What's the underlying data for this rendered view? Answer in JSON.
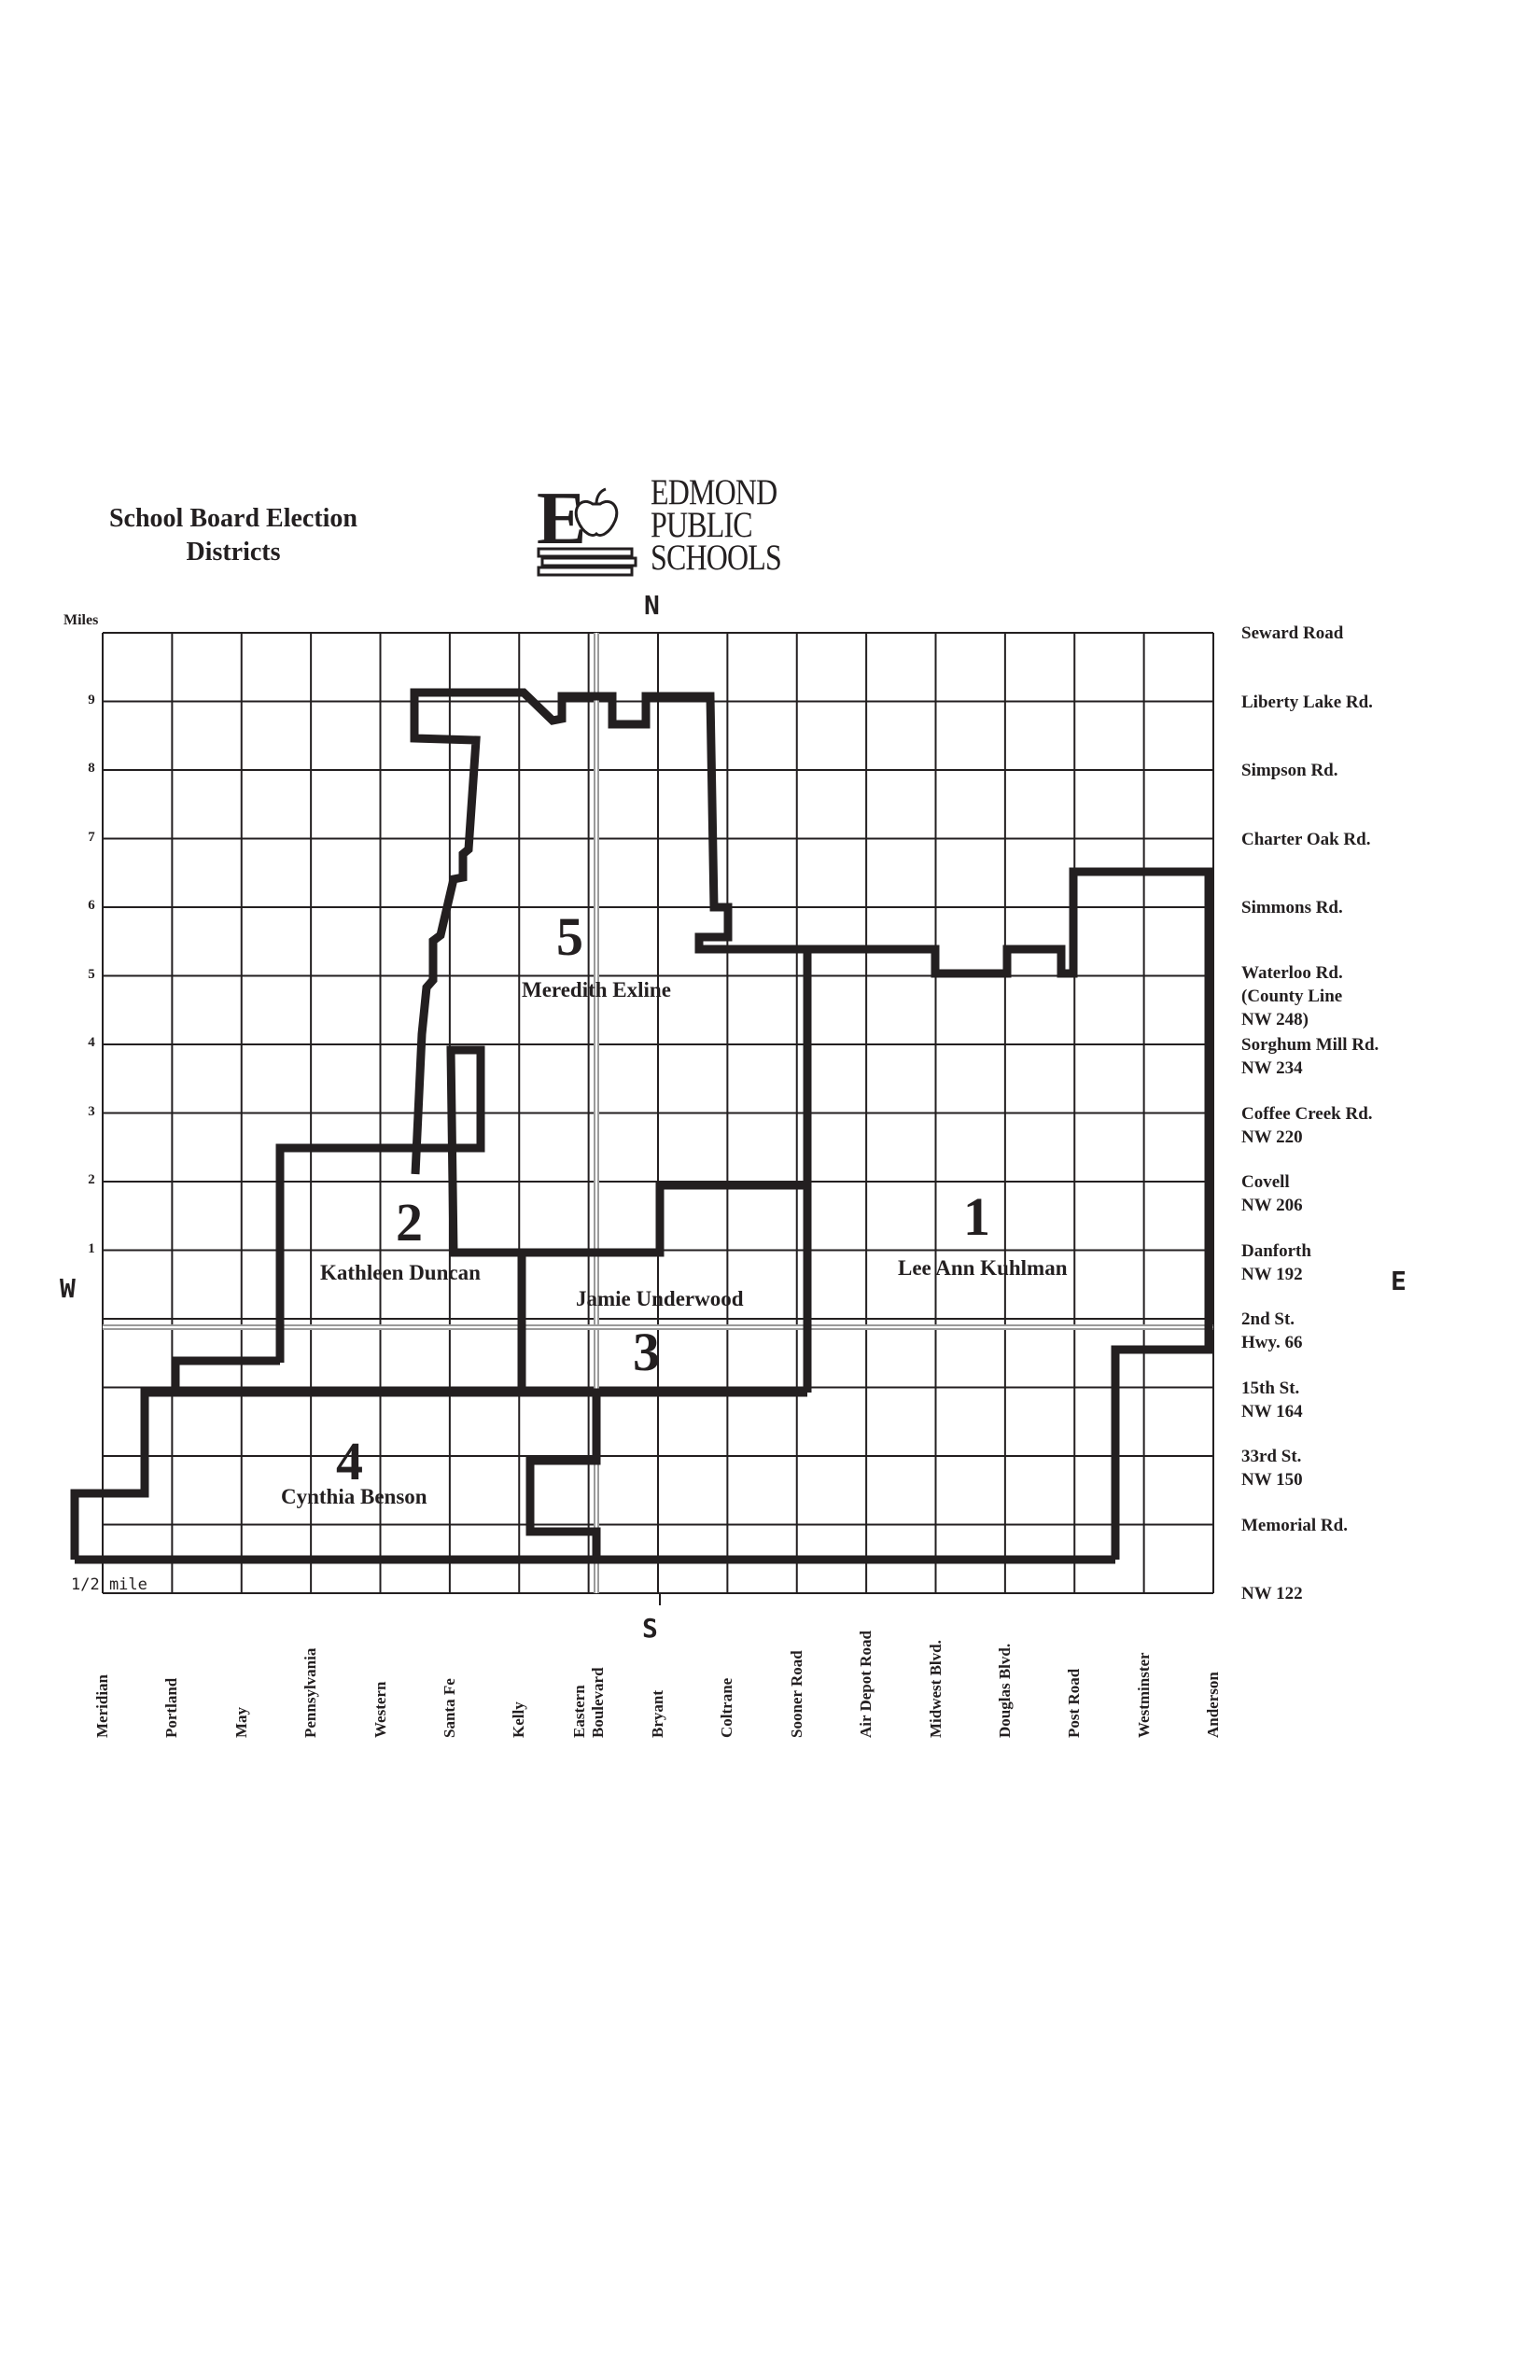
{
  "title": {
    "line1": "School Board Election",
    "line2": "Districts"
  },
  "logo": {
    "line1": "EDMOND",
    "line2": "PUBLIC",
    "line3": "SCHOOLS",
    "icon": "book-apple-icon"
  },
  "compass": {
    "north": "N",
    "south": "S",
    "west": "W",
    "east": "E"
  },
  "scale": {
    "miles_label": "Miles",
    "half_mile": "1/2 mile"
  },
  "mile_ticks": [
    "9",
    "8",
    "7",
    "6",
    "5",
    "4",
    "3",
    "2",
    "1"
  ],
  "east_west_roads": [
    {
      "l1": "Seward Road",
      "l2": "",
      "l3": ""
    },
    {
      "l1": "Liberty Lake Rd.",
      "l2": "",
      "l3": ""
    },
    {
      "l1": "Simpson Rd.",
      "l2": "",
      "l3": ""
    },
    {
      "l1": "Charter Oak Rd.",
      "l2": "",
      "l3": ""
    },
    {
      "l1": "Simmons Rd.",
      "l2": "",
      "l3": ""
    },
    {
      "l1": "Waterloo Rd.",
      "l2": "(County Line",
      "l3": "NW 248)"
    },
    {
      "l1": "Sorghum Mill Rd.",
      "l2": "NW 234",
      "l3": ""
    },
    {
      "l1": "Coffee Creek Rd.",
      "l2": "NW 220",
      "l3": ""
    },
    {
      "l1": "Covell",
      "l2": "NW 206",
      "l3": ""
    },
    {
      "l1": "Danforth",
      "l2": "NW 192",
      "l3": ""
    },
    {
      "l1": "2nd St.",
      "l2": "Hwy. 66",
      "l3": ""
    },
    {
      "l1": "15th St.",
      "l2": "NW 164",
      "l3": ""
    },
    {
      "l1": "33rd St.",
      "l2": "NW 150",
      "l3": ""
    },
    {
      "l1": "Memorial Rd.",
      "l2": "",
      "l3": ""
    },
    {
      "l1": "NW 122",
      "l2": "",
      "l3": ""
    }
  ],
  "north_south_roads": [
    {
      "l1": "Meridian",
      "l2": ""
    },
    {
      "l1": "Portland",
      "l2": ""
    },
    {
      "l1": "May",
      "l2": ""
    },
    {
      "l1": "Pennsylvania",
      "l2": ""
    },
    {
      "l1": "Western",
      "l2": ""
    },
    {
      "l1": "Santa Fe",
      "l2": ""
    },
    {
      "l1": "Kelly",
      "l2": ""
    },
    {
      "l1": "Eastern",
      "l2": "Boulevard"
    },
    {
      "l1": "Bryant",
      "l2": ""
    },
    {
      "l1": "Coltrane",
      "l2": ""
    },
    {
      "l1": "Sooner Road",
      "l2": ""
    },
    {
      "l1": "Air Depot Road",
      "l2": ""
    },
    {
      "l1": "Midwest Blvd.",
      "l2": ""
    },
    {
      "l1": "Douglas Blvd.",
      "l2": ""
    },
    {
      "l1": "Post Road",
      "l2": ""
    },
    {
      "l1": "Westminster",
      "l2": ""
    },
    {
      "l1": "Anderson",
      "l2": ""
    }
  ],
  "districts": [
    {
      "number": "1",
      "member": "Lee Ann Kuhlman"
    },
    {
      "number": "2",
      "member": "Kathleen Duncan"
    },
    {
      "number": "3",
      "member": "Jamie Underwood"
    },
    {
      "number": "4",
      "member": "Cynthia Benson"
    },
    {
      "number": "5",
      "member": "Meredith Exline"
    }
  ],
  "colors": {
    "ink": "#231f20",
    "grid": "#231f20",
    "highlight_line": "#9a9a9a",
    "background": "#ffffff"
  }
}
